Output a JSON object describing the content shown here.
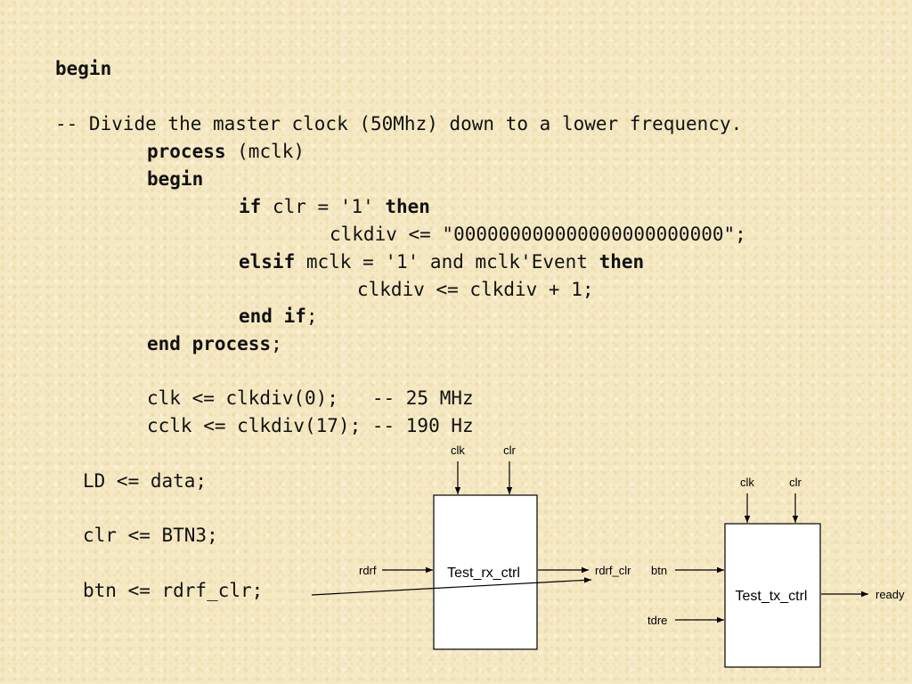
{
  "code": {
    "l1": "begin",
    "l2": "-- Divide the master clock (50Mhz) down to a lower frequency.",
    "l3_kw": "process",
    "l3_rest": " (mclk)",
    "l4": "begin",
    "l5_kw1": "if",
    "l5_mid": " clr = '1' ",
    "l5_kw2": "then",
    "l6": "clkdiv <= \"000000000000000000000000\";",
    "l7_kw1": "elsif",
    "l7_mid": " mclk = '1' and mclk'Event ",
    "l7_kw2": "then",
    "l8": "clkdiv <= clkdiv + 1;",
    "l9_kw": "end if",
    "l9_rest": ";",
    "l10_kw": "end process",
    "l10_rest": ";",
    "l11": "clk <= clkdiv(0);   -- 25 MHz",
    "l12": "cclk <= clkdiv(17); -- 190 Hz",
    "l13": "LD <= data;",
    "l14": "clr <= BTN3;",
    "l15": "btn <= rdrf_clr;"
  },
  "diagram": {
    "rx": {
      "name": "Test_rx_ctrl",
      "clk": "clk",
      "clr": "clr",
      "in": "rdrf",
      "out": "rdrf_clr"
    },
    "tx": {
      "name": "Test_tx_ctrl",
      "clk": "clk",
      "clr": "clr",
      "in1": "btn",
      "in2": "tdre",
      "out": "ready"
    }
  },
  "colors": {
    "background": "#f5e9c4",
    "text": "#111111",
    "block_fill": "#ffffff",
    "line": "#000000"
  }
}
